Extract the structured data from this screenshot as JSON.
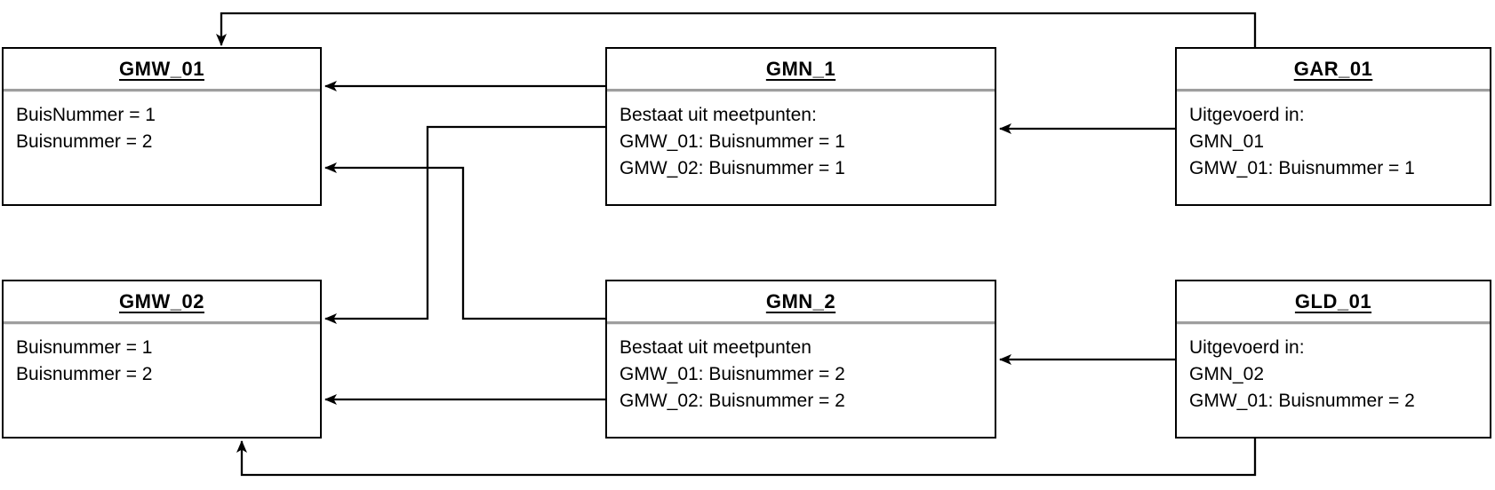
{
  "diagram": {
    "boxes": [
      {
        "id": "GMW_01",
        "title": "GMW_01",
        "lines": [
          "BuisNummer = 1",
          "Buisnummer = 2"
        ]
      },
      {
        "id": "GMN_1",
        "title": "GMN_1",
        "lines": [
          "Bestaat uit meetpunten:",
          "GMW_01: Buisnummer = 1",
          "GMW_02: Buisnummer = 1"
        ]
      },
      {
        "id": "GAR_01",
        "title": "GAR_01",
        "lines": [
          "Uitgevoerd in:",
          "GMN_01",
          "GMW_01: Buisnummer = 1"
        ]
      },
      {
        "id": "GMW_02",
        "title": "GMW_02",
        "lines": [
          "Buisnummer = 1",
          "Buisnummer = 2"
        ]
      },
      {
        "id": "GMN_2",
        "title": "GMN_2",
        "lines": [
          "Bestaat uit meetpunten",
          "GMW_01: Buisnummer = 2",
          "GMW_02: Buisnummer = 2"
        ]
      },
      {
        "id": "GLD_01",
        "title": "GLD_01",
        "lines": [
          "Uitgevoerd in:",
          "GMN_02",
          "GMW_01: Buisnummer = 2"
        ]
      }
    ],
    "connectors": [
      {
        "from": "GAR_01",
        "to": "GMW_01",
        "route": "over-the-top"
      },
      {
        "from": "GAR_01",
        "to": "GMN_1",
        "route": "straight"
      },
      {
        "from": "GMN_1",
        "to": "GMW_01",
        "route": "straight"
      },
      {
        "from": "GMN_1",
        "to": "GMW_02",
        "route": "elbow"
      },
      {
        "from": "GMN_2",
        "to": "GMW_01",
        "route": "elbow"
      },
      {
        "from": "GMN_2",
        "to": "GMW_02",
        "route": "straight"
      },
      {
        "from": "GLD_01",
        "to": "GMN_2",
        "route": "straight"
      },
      {
        "from": "GLD_01",
        "to": "GMW_02",
        "route": "under-the-bottom"
      }
    ],
    "colors": {
      "line": "#000000",
      "divider": "#9e9e9e",
      "box_background": "#ffffff",
      "text": "#000000"
    }
  }
}
